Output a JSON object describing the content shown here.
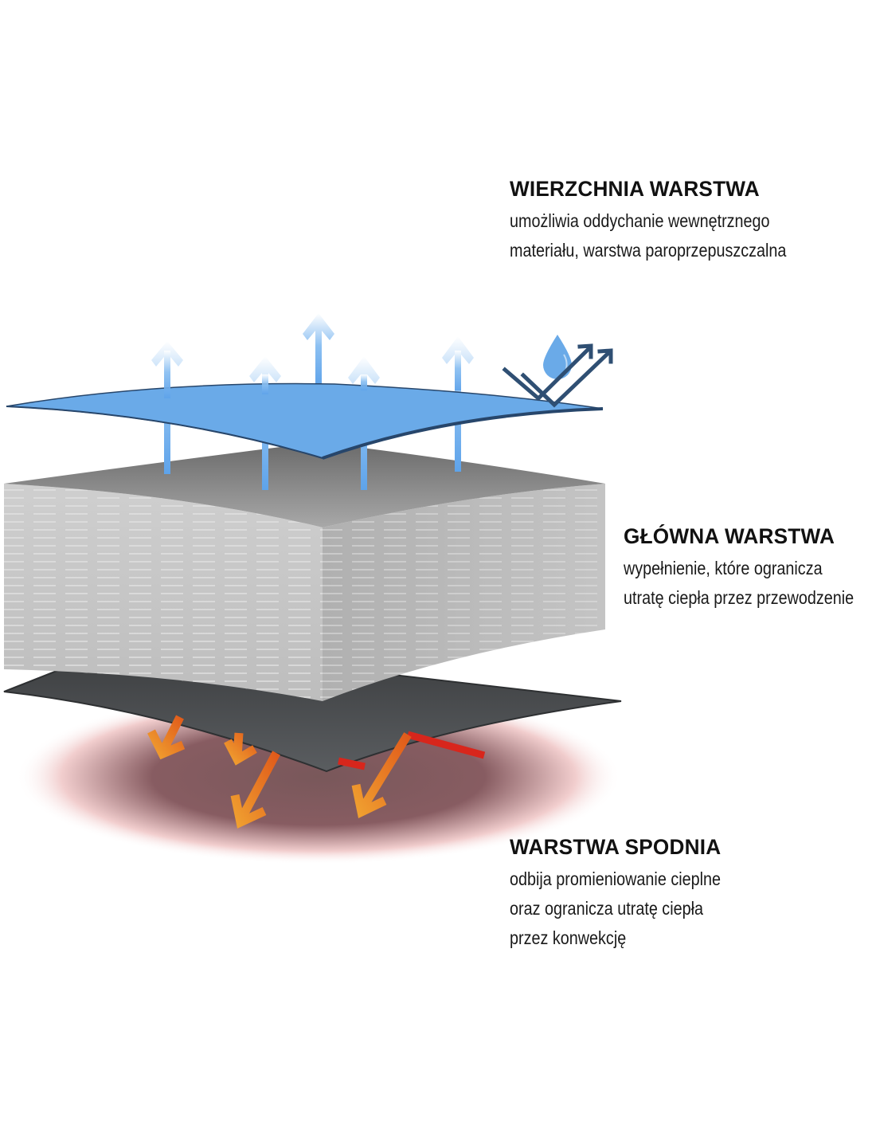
{
  "layers": [
    {
      "title": "WIERZCHNIA WARSTWA",
      "lines": [
        "umożliwia oddychanie wewnętrznego",
        "materiału, warstwa paroprzepuszczalna"
      ]
    },
    {
      "title": "GŁÓWNA WARSTWA",
      "lines": [
        "wypełnienie, które ogranicza",
        "utratę ciepła przez przewodzenie"
      ]
    },
    {
      "title": "WARSTWA SPODNIA",
      "lines": [
        "odbija promieniowanie cieplne",
        "oraz ogranicza utratę ciepła",
        "przez konwekcję"
      ]
    }
  ],
  "colors": {
    "top_layer": "#6aaae8",
    "main_layer": "#c8c8c8",
    "bottom_layer": "#4a4c4e",
    "vapor_arrow": "#5ea3ea",
    "heat_arrow": "#e8761e",
    "reflect_line": "#d8261c",
    "water_icon": "#2f4f73"
  }
}
